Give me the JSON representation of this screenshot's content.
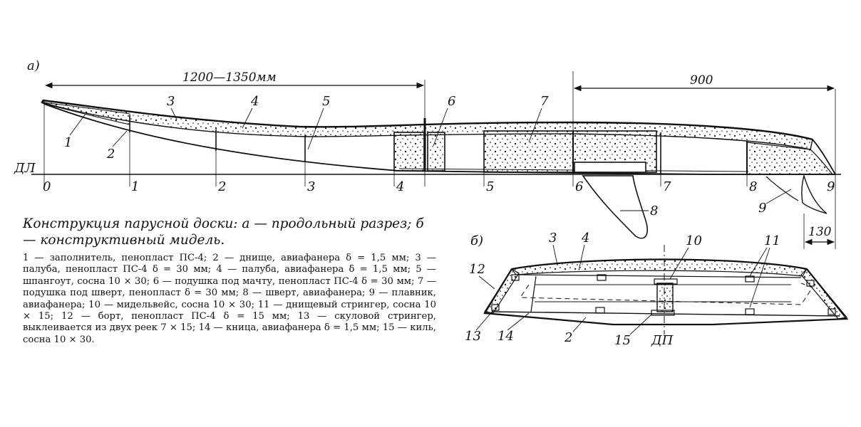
{
  "caption": {
    "title": "Конструкция парусной доски: а — продольный разрез; б — конструктивный мидель.",
    "legend": "1 — заполнитель, пенопласт ПС-4; 2 — днище, авиафанера δ = 1,5 мм; 3 — палуба, пенопласт ПС-4 δ = 30 мм; 4 — палуба, авиафанера δ = 1,5 мм; 5 — шпангоут, сосна 10 × 30; 6 — подушка под мачту, пенопласт ПС-4 δ = 30 мм; 7 — подушка под шверт, пенопласт δ = 30 мм; 8 — шверт, авиафанера; 9 — плавник, авиафанера; 10 — мидельвейс, сосна 10 × 30; 11 — днищевый стрингер, сосна 10 × 15; 12 — борт, пенопласт ПС-4 δ = 15 мм; 13 — скуловой стрингер, выклеивается из двух реек 7 × 15; 14 — кница, авиафанера δ = 1,5 мм; 15 — киль, сосна 10 × 30."
  },
  "view_a": {
    "tag": "а)",
    "baseline_label": "ДЛ",
    "dim_front": "1200—1350мм",
    "dim_rear": "900",
    "dim_fin": "130",
    "stations": [
      "0",
      "1",
      "2",
      "3",
      "4",
      "5",
      "6",
      "7",
      "8",
      "9"
    ],
    "callouts": [
      "1",
      "2",
      "3",
      "4",
      "5",
      "6",
      "7",
      "8",
      "9"
    ]
  },
  "view_b": {
    "tag": "б)",
    "callouts": [
      "3",
      "4",
      "10",
      "11",
      "12",
      "13",
      "14",
      "2",
      "15"
    ],
    "axis_label": "ДП"
  }
}
